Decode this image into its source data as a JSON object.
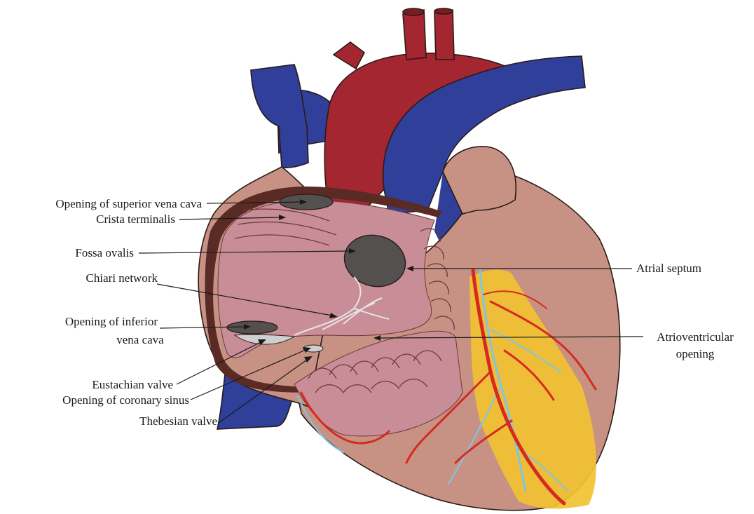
{
  "colors": {
    "background": "#ffffff",
    "heart_tissue": "#c79283",
    "atrium_interior": "#c98d97",
    "aorta": "#a32630",
    "veins": "#2f3f9a",
    "fat": "#f1c232",
    "coronary_artery": "#d62a20",
    "coronary_vein": "#7fc6e6",
    "openings": "#555050",
    "atrial_wall": "#5a2a24"
  },
  "labels": {
    "superior_vena_cava_opening": "Opening of superior vena cava",
    "crista_terminalis": "Crista terminalis",
    "fossa_ovalis": "Fossa ovalis",
    "chiari_network": "Chiari network",
    "inferior_vena_cava_opening_line1": "Opening of inferior",
    "inferior_vena_cava_opening_line2": "vena cava",
    "eustachian_valve": "Eustachian valve",
    "coronary_sinus_opening": "Opening of coronary sinus",
    "thebesian_valve": "Thebesian valve",
    "atrial_septum": "Atrial septum",
    "atrioventricular_opening_line1": "Atrioventricular",
    "atrioventricular_opening_line2": "opening"
  }
}
